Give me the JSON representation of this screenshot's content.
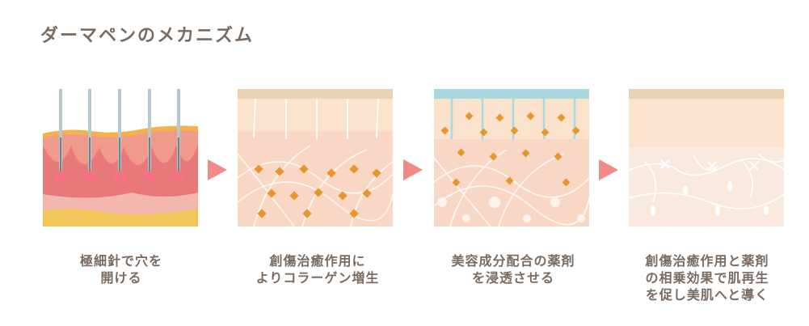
{
  "title": "ダーマペンのメカニズム",
  "colors": {
    "text": "#7a6a5f",
    "arrow": "#f08a85",
    "skin_top": "#fbe2cd",
    "skin_mid": "#fae9de",
    "skin_low": "#f8d8c4",
    "surface_strip": "#e9d2b4",
    "serum": "#a9d8e0",
    "ingredient": "#e8952b",
    "tissue_red": "#e8787a",
    "fat_yellow": "#f1c65b",
    "needle": "#b5c8cd"
  },
  "steps": [
    {
      "id": "step-1",
      "panel_icon": "micro-needles-skin-illustration",
      "caption": [
        "極細針で穴を",
        "開ける"
      ]
    },
    {
      "id": "step-2",
      "panel_icon": "wound-healing-collagen-illustration",
      "caption": [
        "創傷治癒作用に",
        "よりコラーゲン増生"
      ]
    },
    {
      "id": "step-3",
      "panel_icon": "serum-penetration-illustration",
      "caption": [
        "美容成分配合の薬剤",
        "を浸透させる"
      ]
    },
    {
      "id": "step-4",
      "panel_icon": "skin-regeneration-illustration",
      "caption": [
        "創傷治癒作用と薬剤",
        "の相乗効果で肌再生",
        "を促し美肌へと導く"
      ]
    }
  ],
  "arrow_icon": "triangle-right-icon"
}
